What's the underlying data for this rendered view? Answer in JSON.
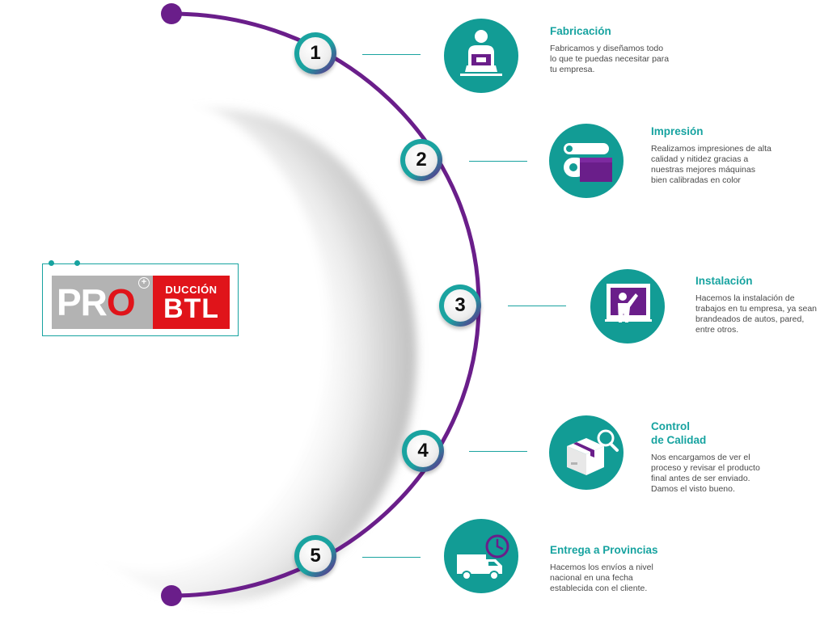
{
  "logo": {
    "pro": "PR",
    "pro_o": "O",
    "top": "DUCCIÓN",
    "btl": "BTL"
  },
  "colors": {
    "teal": "#129c95",
    "purple": "#6a1e8a",
    "brand_red": "#e0141a",
    "brand_gray": "#b3b3b3"
  },
  "steps": [
    {
      "number": "1",
      "icon": "craftsman-icon",
      "title": "Fabricación",
      "description": "Fabricamos y diseñamos todo\nlo que te puedas necesitar para\ntu empresa."
    },
    {
      "number": "2",
      "icon": "printer-roll-icon",
      "title": "Impresión",
      "description": "Realizamos impresiones de alta\ncalidad y nitidez gracias a\nnuestras mejores máquinas\nbien calibradas en color"
    },
    {
      "number": "3",
      "icon": "installer-icon",
      "title": "Instalación",
      "description": "Hacemos la instalación de\ntrabajos en tu empresa, ya sean\nbrandeados de autos, pared,\nentre otros."
    },
    {
      "number": "4",
      "icon": "box-inspection-icon",
      "title": "Control\nde Calidad",
      "description": "Nos encargamos de ver el\nproceso y revisar el producto\nfinal antes de ser enviado.\nDamos el visto bueno."
    },
    {
      "number": "5",
      "icon": "delivery-truck-icon",
      "title": "Entrega a Provincias",
      "description": "Hacemos los envíos a nivel\nnacional en una fecha\nestablecida con el cliente."
    }
  ]
}
